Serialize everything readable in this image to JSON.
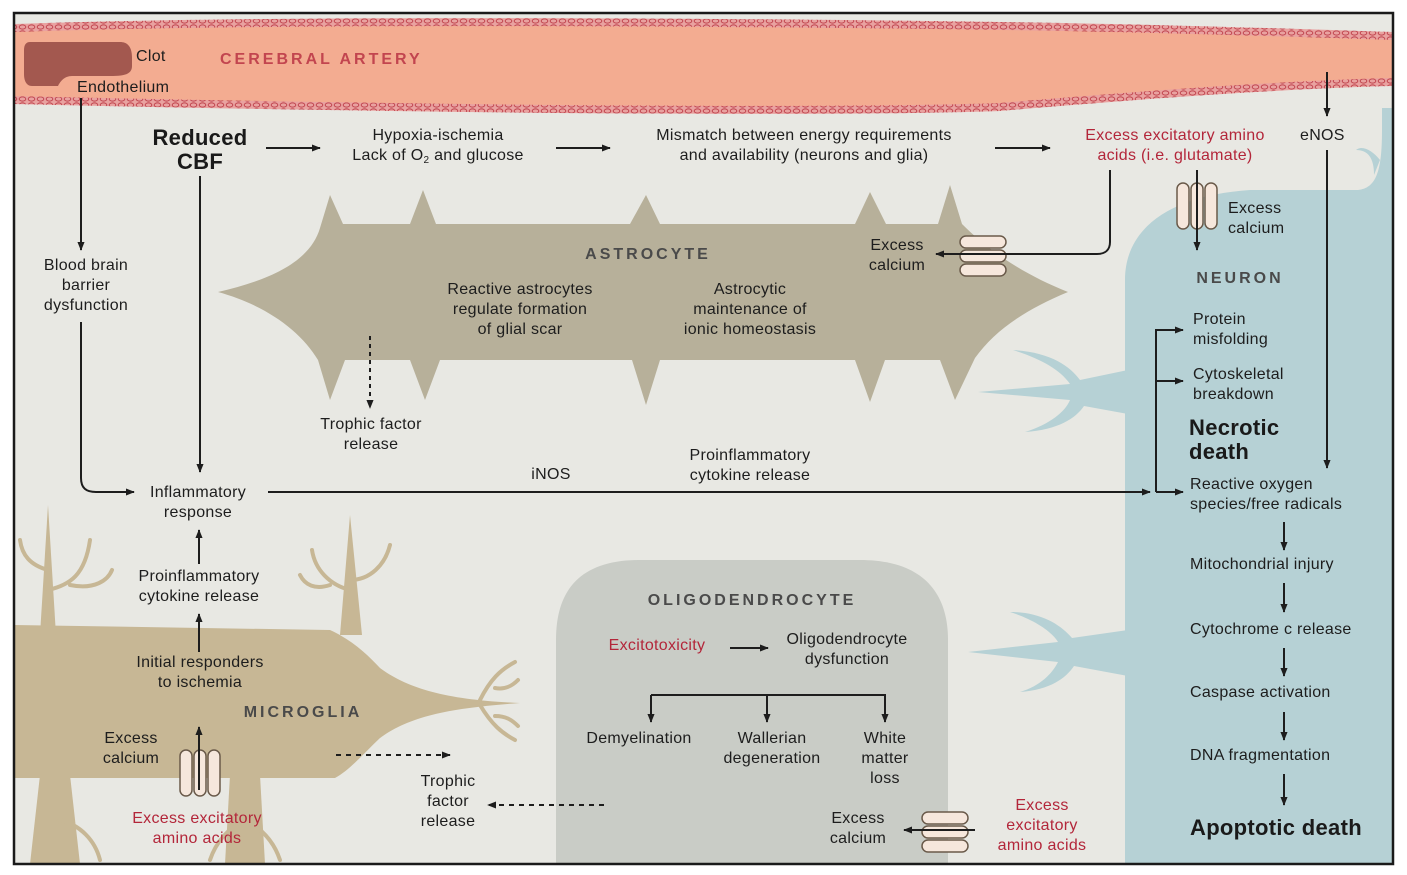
{
  "artery": {
    "title": "CEREBRAL ARTERY",
    "clot": "Clot",
    "endothelium": "Endothelium"
  },
  "top_row": {
    "reduced_cbf": [
      "Reduced",
      "CBF"
    ],
    "hypoxia": "Hypoxia-ischemia",
    "lack_prefix": "Lack of O",
    "lack_sub": "2",
    "lack_suffix": " and glucose",
    "mismatch": [
      "Mismatch between energy requirements",
      "and availability (neurons and glia)"
    ],
    "excess_amino": [
      "Excess excitatory amino",
      "acids (i.e. glutamate)"
    ],
    "enos": "eNOS"
  },
  "left_col": {
    "bbb": [
      "Blood brain",
      "barrier",
      "dysfunction"
    ],
    "inflammatory": [
      "Inflammatory",
      "response"
    ],
    "proinflam": [
      "Proinflammatory",
      "cytokine release"
    ],
    "initial": [
      "Initial responders",
      "to ischemia"
    ]
  },
  "astrocyte": {
    "title": "ASTROCYTE",
    "excess_calcium": [
      "Excess",
      "calcium"
    ],
    "reactive": [
      "Reactive astrocytes",
      "regulate formation",
      "of glial scar"
    ],
    "maintenance": [
      "Astrocytic",
      "maintenance of",
      "ionic homeostasis"
    ],
    "trophic": [
      "Trophic factor",
      "release"
    ]
  },
  "middle": {
    "inos": "iNOS",
    "proinflam_mid": [
      "Proinflammatory",
      "cytokine release"
    ]
  },
  "microglia": {
    "title": "MICROGLIA",
    "excess_calcium": [
      "Excess",
      "calcium"
    ],
    "excess_amino": [
      "Excess excitatory",
      "amino acids"
    ],
    "trophic": [
      "Trophic",
      "factor",
      "release"
    ]
  },
  "oligodendrocyte": {
    "title": "OLIGODENDROCYTE",
    "excitotoxicity": "Excitotoxicity",
    "dysfunction": [
      "Oligodendrocyte",
      "dysfunction"
    ],
    "demyelination": "Demyelination",
    "wallerian": [
      "Wallerian",
      "degeneration"
    ],
    "white_matter": [
      "White",
      "matter",
      "loss"
    ],
    "excess_calcium": [
      "Excess",
      "calcium"
    ],
    "excess_amino": [
      "Excess",
      "excitatory",
      "amino acids"
    ]
  },
  "neuron": {
    "title": "NEURON",
    "excess_calcium": [
      "Excess",
      "calcium"
    ],
    "protein": [
      "Protein",
      "misfolding"
    ],
    "cytoskeletal": [
      "Cytoskeletal",
      "breakdown"
    ],
    "necrotic": [
      "Necrotic",
      "death"
    ],
    "ros": [
      "Reactive oxygen",
      "species/free radicals"
    ],
    "mito": "Mitochondrial injury",
    "cytochrome": "Cytochrome c release",
    "caspase": "Caspase activation",
    "dna": "DNA fragmentation",
    "apoptotic": "Apoptotic death"
  },
  "colors": {
    "artery": "#f3ac91",
    "artery_edge": "#d9585e",
    "clot": "#a3584f",
    "astrocyte": "#b7b09a",
    "microglia": "#c7b795",
    "oligo": "#c9ccc6",
    "neuron": "#b6d1d5",
    "background": "#e8e8e3",
    "red_text": "#b3263a"
  }
}
